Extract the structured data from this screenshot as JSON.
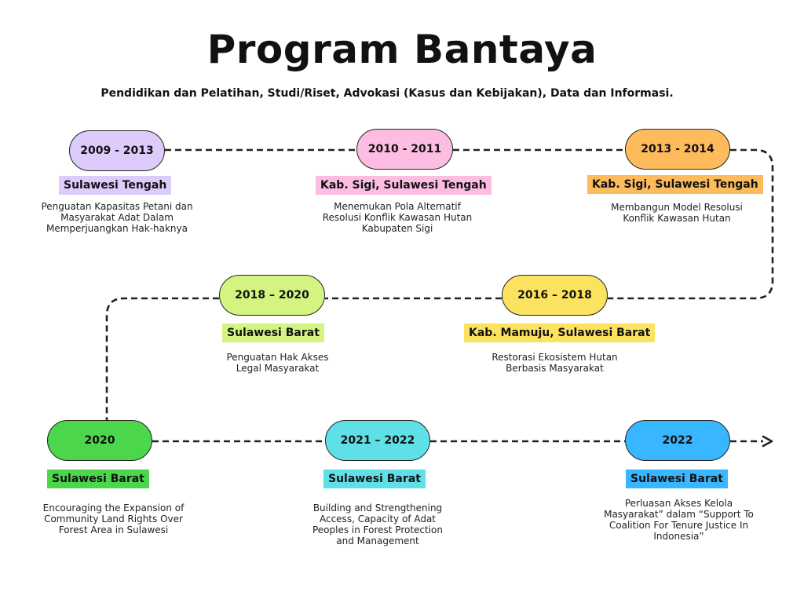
{
  "title": "Program Bantaya",
  "subtitle": "Pendidikan dan Pelatihan, Studi/Riset, Advokasi (Kasus dan Kebijakan), Data dan Informasi.",
  "milestones": [
    {
      "period": "2009 - 2013",
      "location": "Sulawesi Tengah",
      "description": "Penguatan Kapasitas Petani dan\nMasyarakat Adat Dalam\nMemperjuangkan Hak-haknya",
      "pill_color": "#dccbfb",
      "tag_color": "#dccbfb"
    },
    {
      "period": "2010 - 2011",
      "location": "Kab. Sigi, Sulawesi Tengah",
      "description": "Menemukan Pola Alternatif\nResolusi Konflik Kawasan Hutan\nKabupaten Sigi",
      "pill_color": "#fdbde3",
      "tag_color": "#fdbde3"
    },
    {
      "period": "2013 - 2014",
      "location": "Kab. Sigi, Sulawesi Tengah",
      "description": "Membangun Model Resolusi\nKonflik Kawasan Hutan",
      "pill_color": "#fdbb5c",
      "tag_color": "#fdbb5c"
    },
    {
      "period": "2016 – 2018",
      "location": "Kab. Mamuju, Sulawesi Barat",
      "description": "Restorasi Ekosistem Hutan\nBerbasis Masyarakat",
      "pill_color": "#fce35f",
      "tag_color": "#fce35f"
    },
    {
      "period": "2018 – 2020",
      "location": "Sulawesi Barat",
      "description": "Penguatan Hak Akses\nLegal Masyarakat",
      "pill_color": "#d3f481",
      "tag_color": "#d3f481"
    },
    {
      "period": "2020",
      "location": "Sulawesi Barat",
      "description": "Encouraging the Expansion of\nCommunity Land Rights Over\nForest Area in Sulawesi",
      "pill_color": "#4bd64b",
      "tag_color": "#4bd64b"
    },
    {
      "period": "2021 – 2022",
      "location": "Sulawesi Barat",
      "description": "Building and Strengthening\nAccess, Capacity of Adat\nPeoples in Forest Protection\nand Management",
      "pill_color": "#5ee0e6",
      "tag_color": "#5ee0e6"
    },
    {
      "period": "2022",
      "location": "Sulawesi Barat",
      "description": "Perluasan Akses Kelola\nMasyarakat” dalam “Support To\nCoalition For Tenure Justice In\nIndonesia”",
      "pill_color": "#38b6ff",
      "tag_color": "#38b6ff"
    }
  ]
}
